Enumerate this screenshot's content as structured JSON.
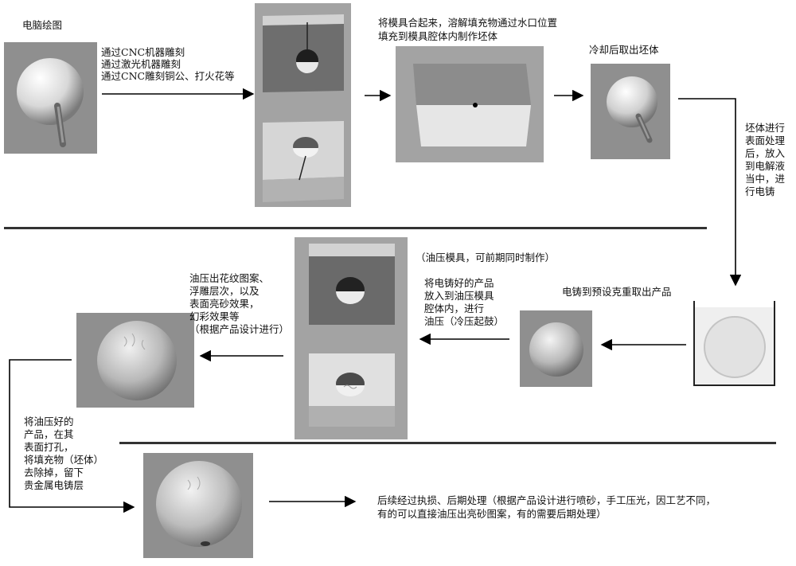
{
  "labels": {
    "cad": "电脑绘图",
    "machining": "通过CNC机器雕刻\n通过激光机器雕刻\n通过CNC雕刻铜公、打火花等",
    "combine": "将模具合起来，溶解填充物通过水口位置\n填充到模具腔体内制作坯体",
    "cool": "冷却后取出坯体",
    "electro": "坯体进行\n表面处理\n后，放入\n到电解液\n当中，进\n行电铸",
    "hydraulic_mold": "（油压模具，可前期同时制作）",
    "electro_out": "电铸到预设克重取出产品",
    "press": "将电铸好的产品\n放入到油压模具\n腔体内，进行\n油压（冷压起鼓）",
    "pattern": "油压出花纹图案、\n浮雕层次，以及\n表面亮砂效果，\n幻彩效果等\n（根据产品设计进行）",
    "drill": "将油压好的\n产品，在其\n表面打孔，\n将填充物（坯体）\n去除掉，留下\n贵金属电铸层",
    "post": "后续经过执损、后期处理（根据产品设计进行喷砂，手工压光，因工艺不同，\n有的可以直接油压出亮砂图案，有的需要后期处理）"
  },
  "colors": {
    "panel": "#8f8f8f",
    "rule": "#333333",
    "arrow": "#000000"
  }
}
